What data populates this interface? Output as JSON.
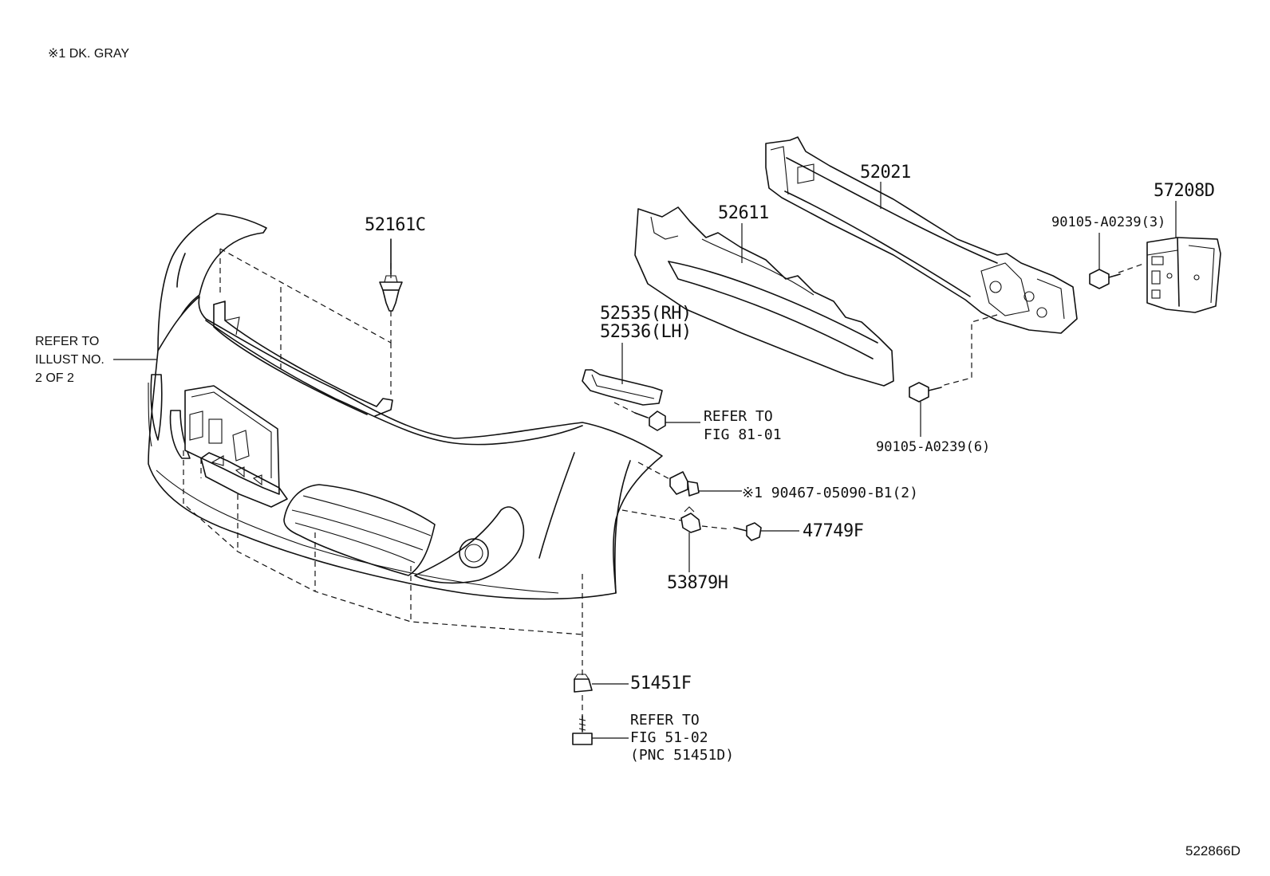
{
  "note": "※1 DK. GRAY",
  "diagram_id": "522866D",
  "refer_illust": [
    "REFER TO",
    "ILLUST NO.",
    "2 OF 2"
  ],
  "parts": {
    "p52161C": "52161C",
    "p52611": "52611",
    "p52021": "52021",
    "p57208D": "57208D",
    "p90105_3": "90105-A0239(3)",
    "p90105_6": "90105-A0239(6)",
    "p52535": "52535(RH)",
    "p52536": "52536(LH)",
    "p90467": "※1 90467-05090-B1(2)",
    "p47749F": "47749F",
    "p53879H": "53879H",
    "p51451F": "51451F"
  },
  "refer_fig_81": [
    "REFER TO",
    "FIG 81-01"
  ],
  "refer_fig_51": [
    "REFER TO",
    "FIG 51-02",
    "(PNC 51451D)"
  ]
}
